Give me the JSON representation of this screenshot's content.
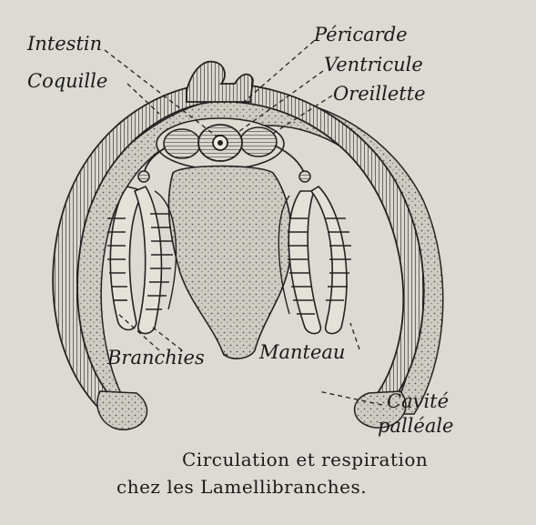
{
  "labels": {
    "intestin": "Intestin",
    "coquille": "Coquille",
    "pericarde": "Péricarde",
    "ventricule": "Ventricule",
    "oreillette": "Oreillette",
    "branchies": "Branchies",
    "manteau": "Manteau",
    "cavite_line1": "Cavité",
    "cavite_line2": "palléale"
  },
  "caption": {
    "line1": "Circulation et respiration",
    "line2": "chez les Lamellibranches."
  },
  "colors": {
    "background": "#dcdad3",
    "ink": "#1a1a1a",
    "stipple_fill": "#c9c6bd"
  }
}
